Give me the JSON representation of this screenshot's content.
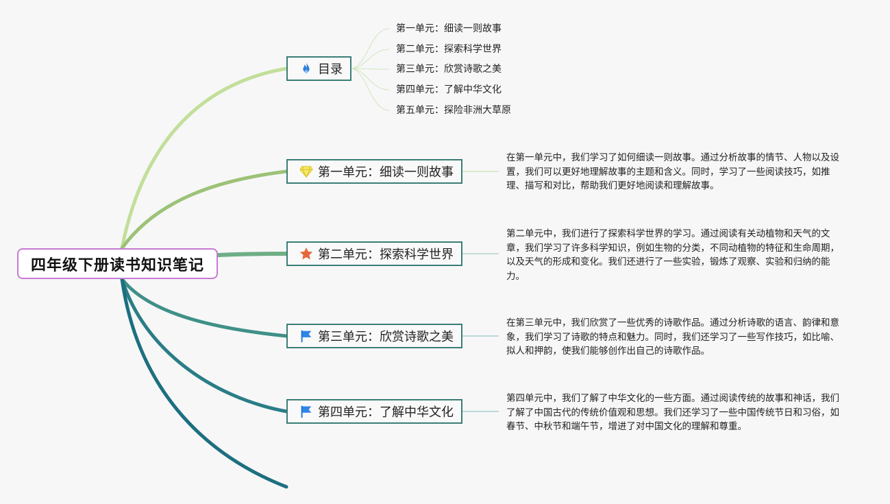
{
  "root": {
    "title": "四年级下册读书知识笔记"
  },
  "toc": {
    "label": "目录",
    "icon": "fire-icon",
    "items": [
      "第一单元：细读一则故事",
      "第二单元：探索科学世界",
      "第三单元：欣赏诗歌之美",
      "第四单元：了解中华文化",
      "第五单元：探险非洲大草原"
    ]
  },
  "units": [
    {
      "label": "第一单元：细读一则故事",
      "icon": "diamond-icon",
      "summary": "在第一单元中，我们学习了如何细读一则故事。通过分析故事的情节、人物以及设置，我们可以更好地理解故事的主题和含义。同时，学习了一些阅读技巧，如推理、描写和对比，帮助我们更好地阅读和理解故事。"
    },
    {
      "label": "第二单元：探索科学世界",
      "icon": "star-icon",
      "summary": "第二单元中，我们进行了探索科学世界的学习。通过阅读有关动植物和天气的文章，我们学习了许多科学知识，例如生物的分类，不同动植物的特征和生命周期，以及天气的形成和变化。我们还进行了一些实验，锻炼了观察、实验和归纳的能力。"
    },
    {
      "label": "第三单元：欣赏诗歌之美",
      "icon": "flag-icon",
      "summary": "在第三单元中，我们欣赏了一些优秀的诗歌作品。通过分析诗歌的语言、韵律和意象，我们学习了诗歌的特点和魅力。同时，我们还学习了一些写作技巧，如比喻、拟人和押韵，使我们能够创作出自己的诗歌作品。"
    },
    {
      "label": "第四单元：了解中华文化",
      "icon": "flag-icon",
      "summary": "第四单元中，我们了解了中华文化的一些方面。通过阅读传统的故事和神话，我们了解了中国古代的传统价值观和思想。我们还学习了一些中国传统节日和习俗，如春节、中秋节和端午节，增进了对中国文化的理解和尊重。"
    }
  ],
  "colors": {
    "root_border": "#c77ad3",
    "node_border": "#3a7d76",
    "branch_toc": "#c2df9a",
    "branch_unit1": "#9cc277",
    "branch_unit2": "#6fae86",
    "branch_unit3": "#3f9088",
    "branch_unit4": "#2a7d86",
    "branch_extra": "#1d6f80"
  }
}
